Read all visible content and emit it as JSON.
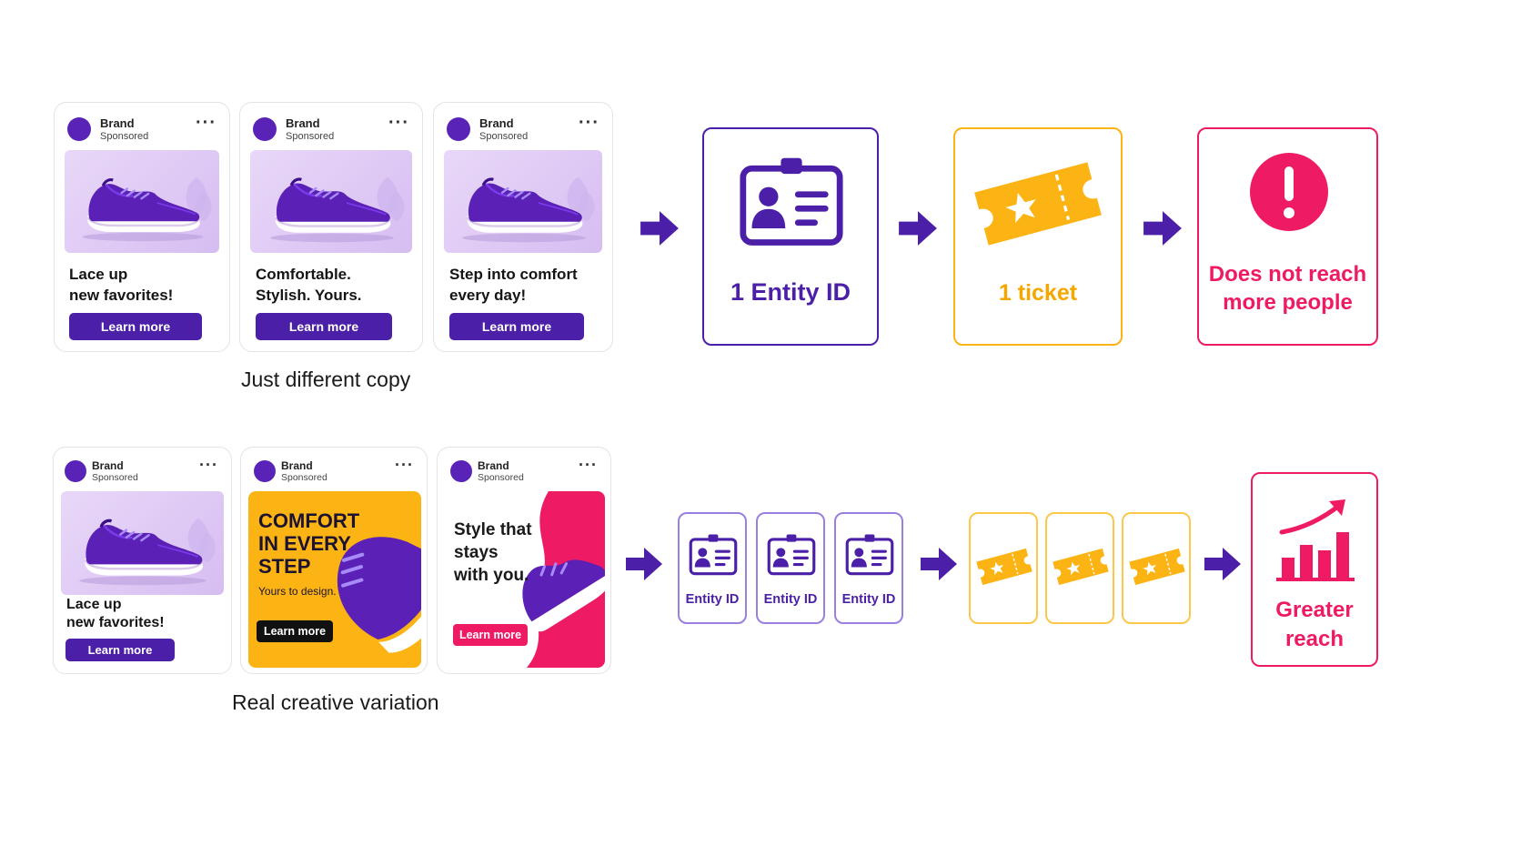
{
  "colors": {
    "purple": "#4b1fa7",
    "amber": "#fbb414",
    "pink": "#ef1a64",
    "lavender": "#e3d0f6"
  },
  "ad_common": {
    "brand": "Brand",
    "sponsored": "Sponsored",
    "menu_icon": "more-dots-icon"
  },
  "top_row": {
    "ads": [
      {
        "copy_line1": "Lace up",
        "copy_line2": "new favorites!",
        "cta": "Learn more"
      },
      {
        "copy_line1": "Comfortable.",
        "copy_line2": "Stylish. Yours.",
        "cta": "Learn more"
      },
      {
        "copy_line1": "Step into comfort",
        "copy_line2": "every day!",
        "cta": "Learn more"
      }
    ],
    "caption": "Just different copy",
    "entity_box": {
      "icon": "id-badge-icon",
      "label": "1 Entity ID"
    },
    "ticket_box": {
      "icon": "ticket-icon",
      "label": "1 ticket"
    },
    "result_box": {
      "icon": "alert-icon",
      "line1": "Does not reach",
      "line2": "more people"
    }
  },
  "bottom_row": {
    "ad1": {
      "copy_line1": "Lace up",
      "copy_line2": "new favorites!",
      "cta": "Learn more"
    },
    "ad2": {
      "headline1": "COMFORT",
      "headline2": "IN EVERY",
      "headline3": "STEP",
      "subtext": "Yours to design.",
      "cta": "Learn more"
    },
    "ad3": {
      "headline1": "Style that",
      "headline2": "stays",
      "headline3": "with you.",
      "cta": "Learn more"
    },
    "caption": "Real creative variation",
    "entity_boxes": [
      {
        "icon": "id-badge-icon",
        "label": "Entity ID"
      },
      {
        "icon": "id-badge-icon",
        "label": "Entity ID"
      },
      {
        "icon": "id-badge-icon",
        "label": "Entity ID"
      }
    ],
    "ticket_boxes": [
      {
        "icon": "ticket-icon"
      },
      {
        "icon": "ticket-icon"
      },
      {
        "icon": "ticket-icon"
      }
    ],
    "result_box": {
      "icon": "growth-chart-icon",
      "line1": "Greater",
      "line2": "reach"
    }
  }
}
